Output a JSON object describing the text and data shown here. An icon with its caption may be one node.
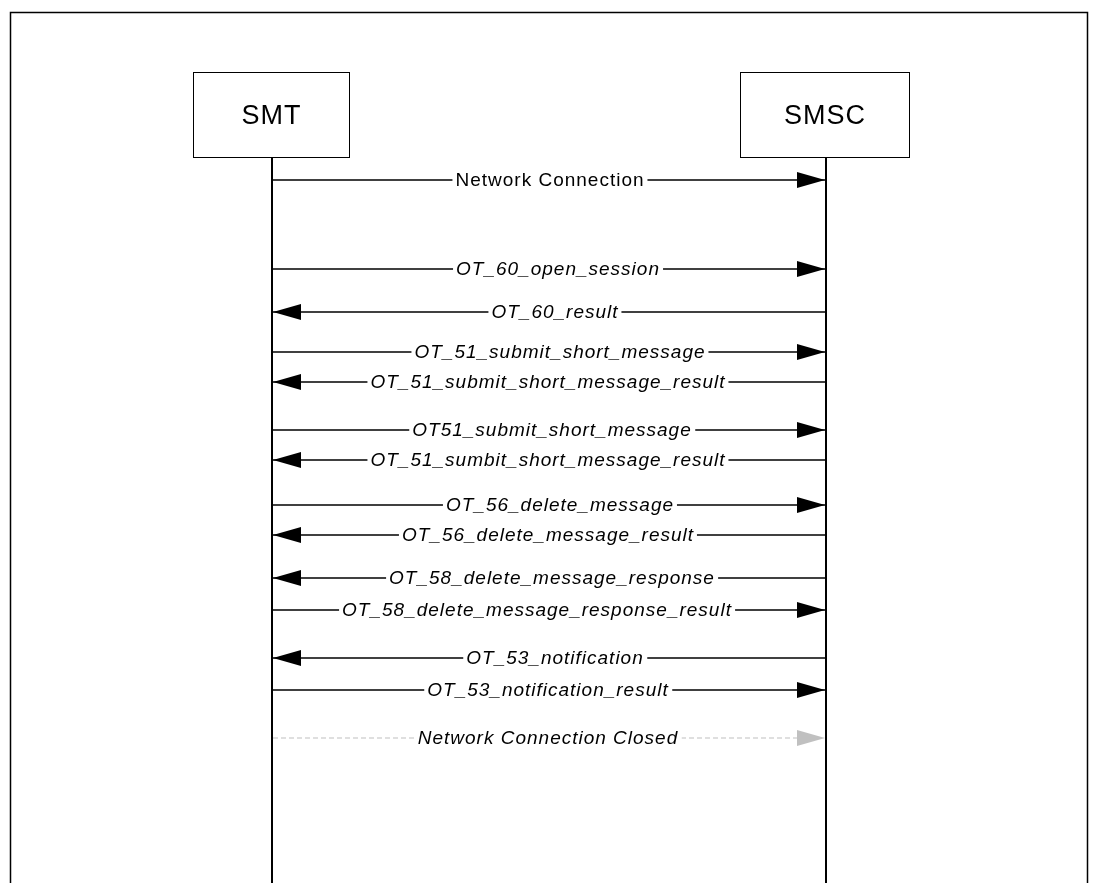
{
  "diagram": {
    "nodes": [
      {
        "text": [
          "SMT"
        ]
      },
      {
        "text": [
          "SMSC"
        ]
      },
      {
        "text": [],
        "shape": "line"
      },
      {
        "text": [],
        "shape": "line"
      }
    ],
    "edges": [
      {
        "from": 2,
        "to": 3,
        "arrow": "to",
        "label": "Network Connection"
      },
      {
        "from": 2,
        "to": 3,
        "arrow": "to",
        "label": "OT_60_open_session"
      },
      {
        "from": 3,
        "to": 2,
        "arrow": "to",
        "label": "OT_60_result"
      },
      {
        "from": 2,
        "to": 3,
        "arrow": "to",
        "label": "OT_51_submit_short_message"
      },
      {
        "from": 3,
        "to": 2,
        "arrow": "to",
        "label": "OT_51_submit_short_message_result"
      },
      {
        "from": 2,
        "to": 3,
        "arrow": "to",
        "label": "OT51_submit_short_message"
      },
      {
        "from": 3,
        "to": 2,
        "arrow": "to",
        "label": "OT_51_sumbit_short_message_result"
      },
      {
        "from": 2,
        "to": 3,
        "arrow": "to",
        "label": "OT_56_delete_message"
      },
      {
        "from": 3,
        "to": 2,
        "arrow": "to",
        "label": "OT_56_delete_message_result"
      },
      {
        "from": 3,
        "to": 2,
        "arrow": "to",
        "label": "OT_58_delete_message_response"
      },
      {
        "from": 2,
        "to": 3,
        "arrow": "to",
        "label": "OT_58_delete_message_response_result"
      },
      {
        "from": 3,
        "to": 2,
        "arrow": "to",
        "label": "OT_53_notification"
      },
      {
        "from": 2,
        "to": 3,
        "arrow": "to",
        "label": "OT_53_notification_result"
      },
      {
        "from": 2,
        "to": 3,
        "arrow": "to",
        "label": "Network Connection Closed",
        "style": "dashed",
        "color": "#c0c0c0"
      }
    ]
  }
}
